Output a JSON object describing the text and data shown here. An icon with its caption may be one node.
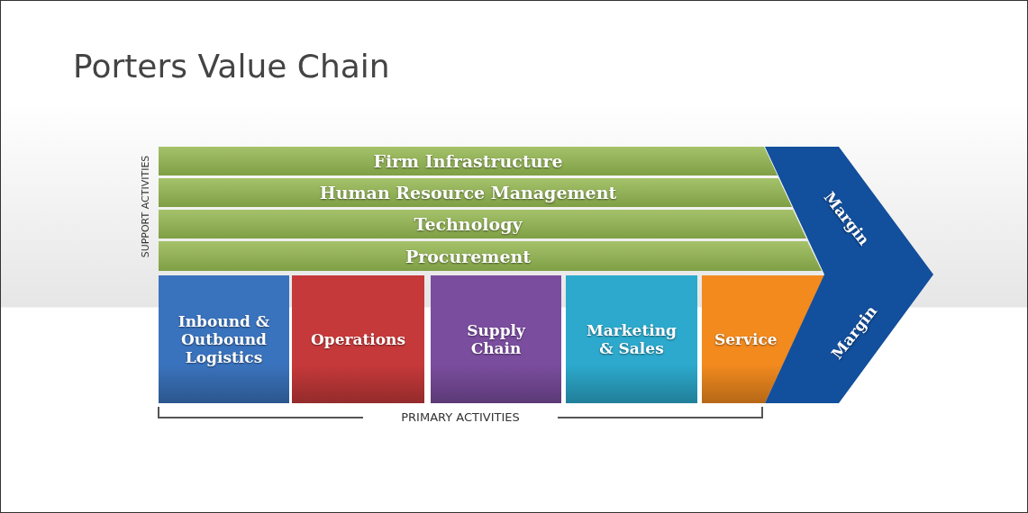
{
  "diagram": {
    "title": "Porters Value Chain",
    "nodes": [
      {
        "text": [
          "Firm Infrastructure"
        ]
      },
      {
        "text": [
          "Human Resource Management"
        ]
      },
      {
        "text": [
          "Technology"
        ]
      },
      {
        "text": [
          "Procurement"
        ]
      },
      {
        "text": [
          "Inbound & Outbound Logistics"
        ]
      },
      {
        "text": [
          "Operations"
        ]
      },
      {
        "text": [
          "Supply Chain"
        ]
      },
      {
        "text": [
          "Marketing & Sales"
        ]
      },
      {
        "text": [
          "Service"
        ]
      },
      {
        "text": [
          "Margin",
          "Margin"
        ]
      }
    ],
    "edges": [],
    "labels": [
      "SUPPORT ACTIVITIES",
      "PRIMARY ACTIVITIES"
    ]
  }
}
